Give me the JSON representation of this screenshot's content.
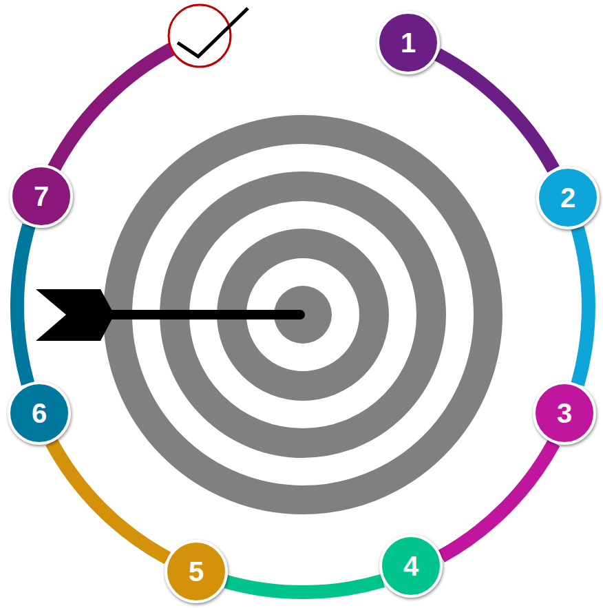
{
  "diagram": {
    "nodes": [
      {
        "text": [
          "1"
        ]
      },
      {
        "text": [
          "2"
        ]
      },
      {
        "text": [
          "3"
        ]
      },
      {
        "text": [
          "4"
        ]
      },
      {
        "text": [
          "5"
        ]
      },
      {
        "text": [
          "6"
        ]
      },
      {
        "text": [
          "7"
        ]
      }
    ],
    "edges": [
      {
        "from": 0,
        "to": 1,
        "arrow": "none"
      },
      {
        "from": 1,
        "to": 2,
        "arrow": "none"
      },
      {
        "from": 2,
        "to": 3,
        "arrow": "none"
      },
      {
        "from": 3,
        "to": 4,
        "arrow": "none"
      },
      {
        "from": 4,
        "to": 5,
        "arrow": "none"
      },
      {
        "from": 5,
        "to": 6,
        "arrow": "none"
      }
    ]
  }
}
